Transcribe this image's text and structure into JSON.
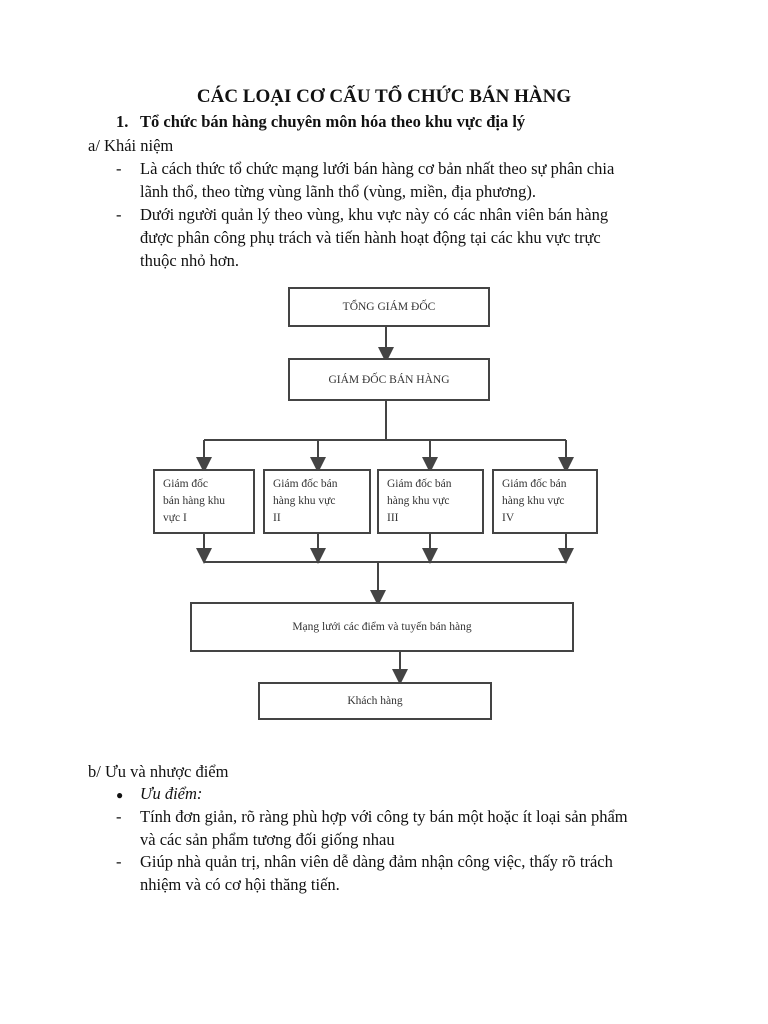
{
  "title": "CÁC LOẠI CƠ CẤU TỔ CHỨC BÁN HÀNG",
  "section1": {
    "number": "1.",
    "heading": "Tổ chức bán hàng chuyên môn hóa theo khu vực địa lý",
    "concept_label": "a/ Khái niệm",
    "items": [
      {
        "marker": "-",
        "lines": [
          "Là cách thức tổ chức mạng lưới bán hàng cơ bản nhất theo sự phân chia",
          "lãnh thổ, theo từng vùng lãnh thổ (vùng, miền, địa phương)."
        ]
      },
      {
        "marker": "-",
        "lines": [
          "Dưới người quản lý theo vùng, khu vực này có các nhân viên bán hàng",
          "được phân công phụ trách và tiến hành hoạt động tại các khu vực trực",
          "thuộc nhỏ hơn."
        ]
      }
    ]
  },
  "diagram": {
    "ceo": "TỔNG GIÁM ĐỐC",
    "sales_director": "GIÁM ĐỐC BÁN HÀNG",
    "regions": [
      "Giám đốc\nbán hàng khu\nvực I",
      "Giám đốc bán\nhàng khu vực\nII",
      "Giám đốc bán\nhàng khu vực\nIII",
      "Giám đốc bán\nhàng khu vực\nIV"
    ],
    "network": "Mạng lưới các điểm và tuyến bán hàng",
    "customers": "Khách hàng"
  },
  "section_b": {
    "label": "b/ Ưu và nhược điểm",
    "bullet_marker": "●",
    "advantages_label": "Ưu điểm:",
    "items": [
      {
        "marker": "-",
        "lines": [
          "Tính đơn giản, rõ ràng phù hợp với công ty bán một hoặc ít loại sản phẩm",
          "và các sản phẩm tương đối giống nhau"
        ]
      },
      {
        "marker": "-",
        "lines": [
          "Giúp nhà quản trị, nhân viên dễ dàng đảm nhận công việc, thấy rõ trách",
          "nhiệm và có cơ hội thăng tiến."
        ]
      }
    ]
  }
}
